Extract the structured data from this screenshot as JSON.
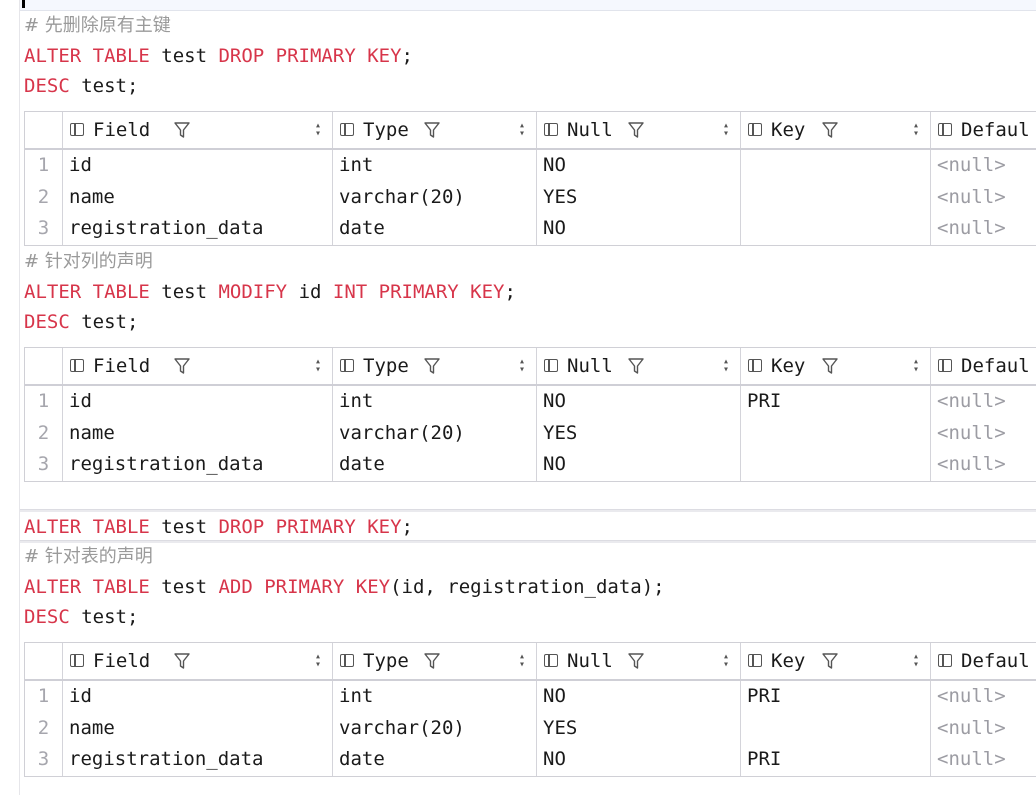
{
  "editor": {
    "lines": {
      "c1": "# 先删除原有主键",
      "a1_kw1": "ALTER TABLE",
      "a1_id": " test ",
      "a1_kw2": "DROP PRIMARY KEY",
      "a1_end": ";",
      "d1_kw": "DESC",
      "d1_id": " test;",
      "c2": "# 针对列的声明",
      "a2_kw1": "ALTER TABLE",
      "a2_id1": " test ",
      "a2_kw2": "MODIFY",
      "a2_id2": " id ",
      "a2_kw3": "INT PRIMARY KEY",
      "a2_end": ";",
      "d2_kw": "DESC",
      "d2_id": " test;",
      "a3_kw1": "ALTER TABLE",
      "a3_id": " test ",
      "a3_kw2": "DROP PRIMARY KEY",
      "a3_end": ";",
      "c3": "# 针对表的声明",
      "a4_kw1": "ALTER TABLE",
      "a4_id1": " test ",
      "a4_kw2": "ADD PRIMARY KEY",
      "a4_id2": "(id, registration_data);",
      "d3_kw": "DESC",
      "d3_id": " test;"
    }
  },
  "columns": [
    "Field",
    "Type",
    "Null",
    "Key",
    "Defaul"
  ],
  "null_text": "<null>",
  "results": [
    {
      "rows": [
        {
          "n": "1",
          "field": "id",
          "type": "int",
          "null": "NO",
          "key": ""
        },
        {
          "n": "2",
          "field": "name",
          "type": "varchar(20)",
          "null": "YES",
          "key": ""
        },
        {
          "n": "3",
          "field": "registration_data",
          "type": "date",
          "null": "NO",
          "key": ""
        }
      ]
    },
    {
      "rows": [
        {
          "n": "1",
          "field": "id",
          "type": "int",
          "null": "NO",
          "key": "PRI"
        },
        {
          "n": "2",
          "field": "name",
          "type": "varchar(20)",
          "null": "YES",
          "key": ""
        },
        {
          "n": "3",
          "field": "registration_data",
          "type": "date",
          "null": "NO",
          "key": ""
        }
      ]
    },
    {
      "rows": [
        {
          "n": "1",
          "field": "id",
          "type": "int",
          "null": "NO",
          "key": "PRI"
        },
        {
          "n": "2",
          "field": "name",
          "type": "varchar(20)",
          "null": "YES",
          "key": ""
        },
        {
          "n": "3",
          "field": "registration_data",
          "type": "date",
          "null": "NO",
          "key": "PRI"
        }
      ]
    }
  ],
  "colors": {
    "keyword": "#d7354a",
    "comment": "#9a9a9a",
    "null": "#9c9ca3"
  }
}
